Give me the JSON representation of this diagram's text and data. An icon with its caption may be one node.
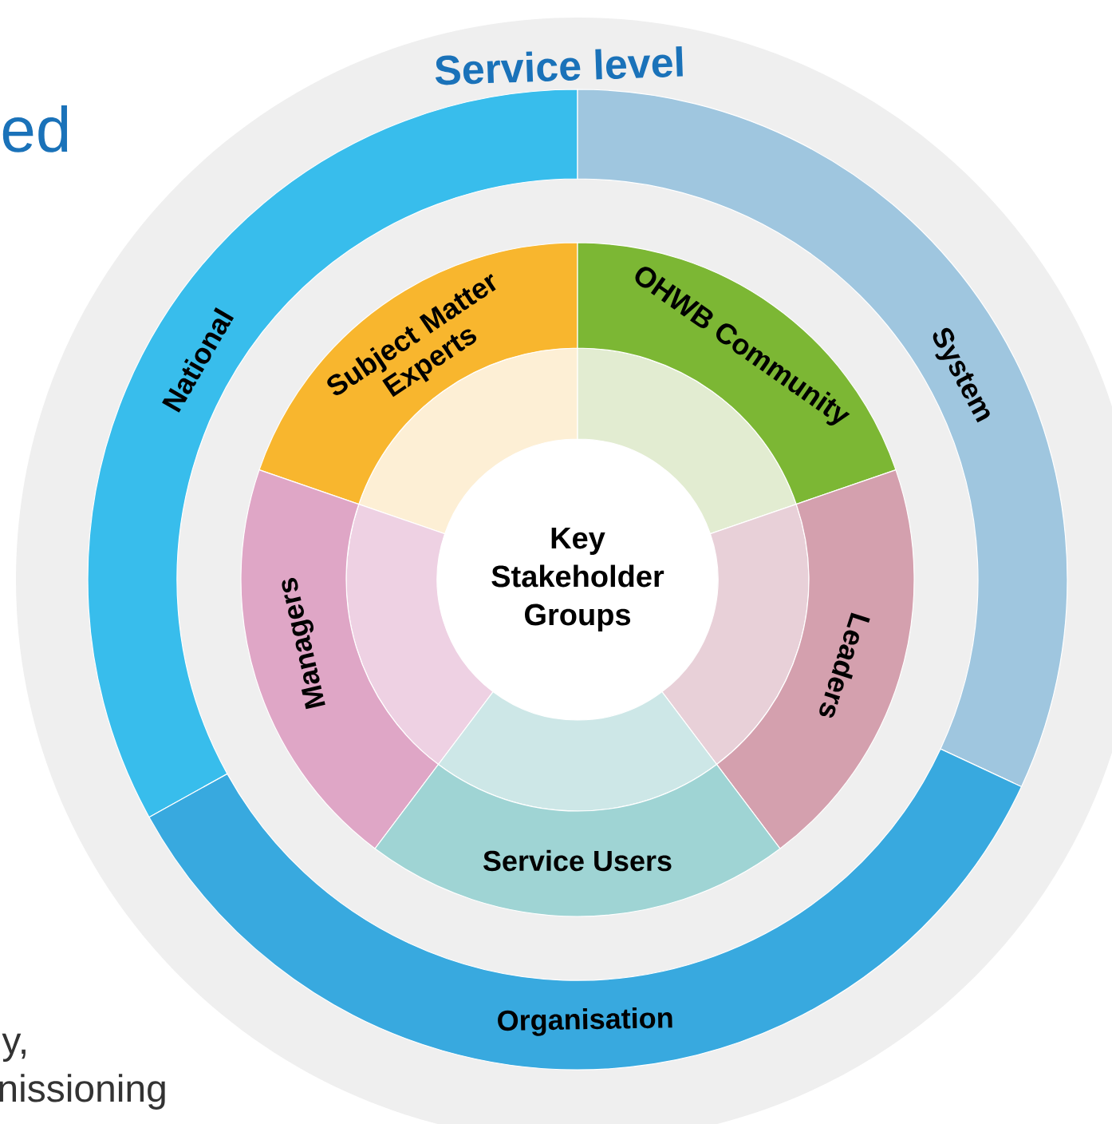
{
  "diagram": {
    "nodes": [
      {
        "text": [
          "Service level"
        ]
      },
      {
        "text": [
          "National"
        ],
        "in": 0
      },
      {
        "text": [
          "System"
        ],
        "in": 0
      },
      {
        "text": [
          "Organisation"
        ],
        "in": 0
      },
      {
        "text": [
          "Subject Matter Experts"
        ],
        "in": 0
      },
      {
        "text": [
          "OHWB Community"
        ],
        "in": 0
      },
      {
        "text": [
          "Managers"
        ],
        "in": 0
      },
      {
        "text": [
          "Key Stakeholder Groups"
        ],
        "in": 0
      },
      {
        "text": [
          "Leaders"
        ],
        "in": 0
      },
      {
        "text": [
          "Service Users"
        ],
        "in": 0
      }
    ],
    "labels": [
      "ed",
      "y,",
      "nissioning"
    ]
  }
}
